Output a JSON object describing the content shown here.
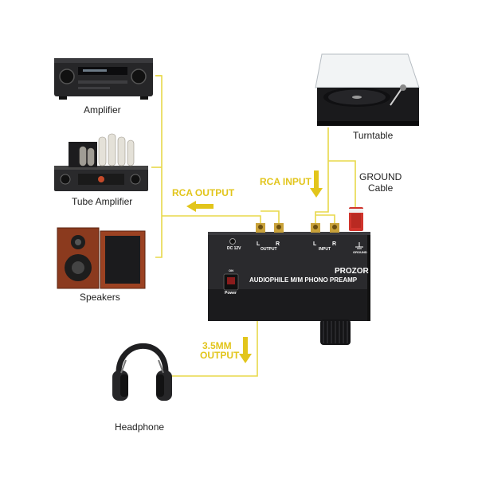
{
  "colors": {
    "wire": "#e8d94a",
    "arrow": "#e2c51b",
    "preamp_body": "#1d1d1f",
    "rca_gold": "#c9a23a",
    "ground_red": "#d0342c"
  },
  "devices": {
    "amplifier": {
      "label": "Amplifier",
      "icon": "av-receiver-icon"
    },
    "tube_amplifier": {
      "label": "Tube Amplifier",
      "icon": "tube-amp-icon"
    },
    "speakers": {
      "label": "Speakers",
      "icon": "speakers-icon"
    },
    "turntable": {
      "label": "Turntable",
      "icon": "turntable-icon"
    },
    "headphone": {
      "label": "Headphone",
      "icon": "headphone-icon"
    }
  },
  "connections": {
    "rca_output": "RCA OUTPUT",
    "rca_input": "RCA INPUT",
    "ground_line1": "GROUND",
    "ground_line2": "Cable",
    "mm_output_line1": "3.5MM",
    "mm_output_line2": "OUTPUT"
  },
  "preamp": {
    "brand": "PROZOR",
    "model": "AUDIOPHILE M/M PHONO PREAMP",
    "dc_label": "DC 12V",
    "output_label": "OUTPUT",
    "input_label": "INPUT",
    "ground_label": "GROUND",
    "left": "L",
    "right": "R",
    "power_label": "Power",
    "on_label": "ON"
  }
}
